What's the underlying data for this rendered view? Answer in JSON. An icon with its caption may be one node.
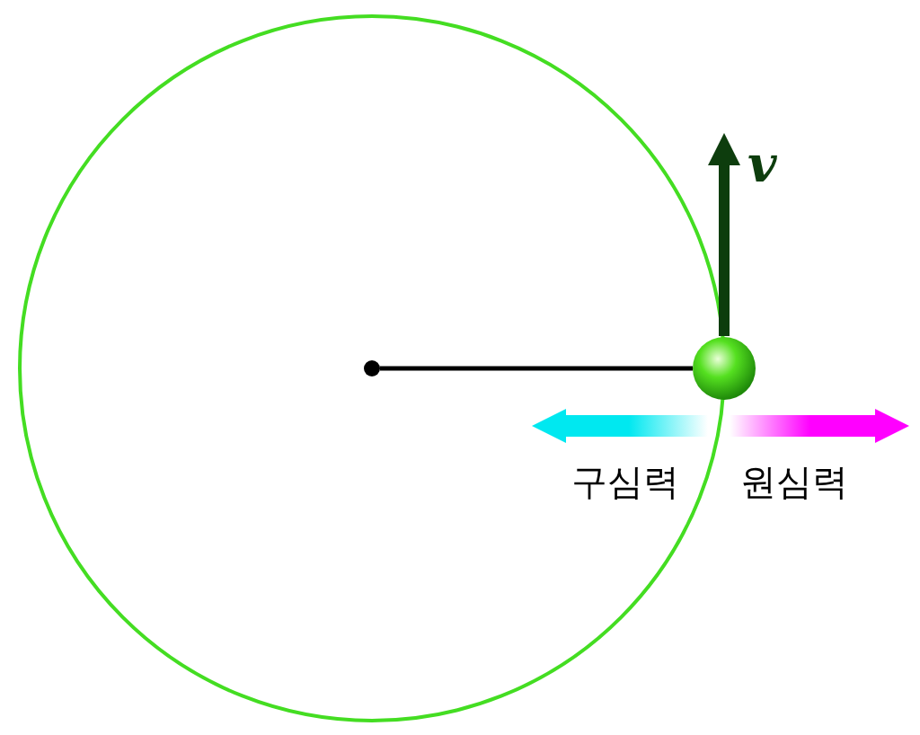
{
  "diagram": {
    "nodes": [
      {
        "text": [],
        "shape": "circle"
      },
      {
        "text": [],
        "shape": "circle"
      }
    ],
    "edges": [
      {
        "from": 0,
        "to": 1,
        "arrow": "none"
      },
      {
        "from": 1,
        "to": null,
        "arrow": "to",
        "label": "v",
        "style": "thick",
        "color": "#0d3d0d"
      },
      {
        "from": 1,
        "to": null,
        "arrow": "to",
        "label": "구심력",
        "style": "thick",
        "color": "#00e8f0"
      },
      {
        "from": 1,
        "to": null,
        "arrow": "to",
        "label": "원심력",
        "style": "thick",
        "color": "#ff00ff"
      }
    ]
  }
}
